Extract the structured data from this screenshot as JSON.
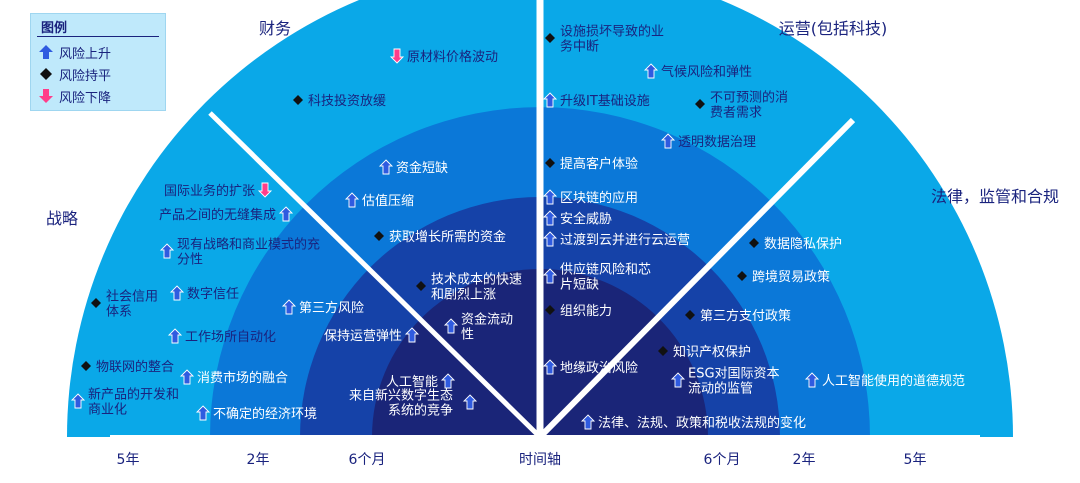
{
  "legend": {
    "title": "图例",
    "items": [
      {
        "key": "up",
        "label": "风险上升",
        "icon": "arrow-up-icon"
      },
      {
        "key": "flat",
        "label": "风险持平",
        "icon": "diamond-icon"
      },
      {
        "key": "down",
        "label": "风险下降",
        "icon": "arrow-down-icon"
      }
    ]
  },
  "categories": {
    "finance": "财务",
    "operations": "运营(包括科技)",
    "strategy": "战略",
    "legal": "法律，监管和合规"
  },
  "axis": {
    "center": "时间轴",
    "left": [
      "5年",
      "2年",
      "6个月"
    ],
    "right": [
      "6个月",
      "2年",
      "5年"
    ]
  },
  "colors": {
    "ring_5yr": "#0aa8e8",
    "ring_2yr": "#0b78d8",
    "ring_6mo": "#1542a8",
    "ring_core": "#1a2578",
    "arrow_up": "#2f5be0",
    "arrow_up_outline": "#ffffff",
    "diamond": "#111111",
    "arrow_down": "#ff3d8a",
    "text_light": "#ffffff",
    "text_dark": "#1a237e",
    "legend_bg": "#bfe9fb"
  },
  "risks": [
    {
      "label": [
        "原材料价格波动"
      ],
      "trend": "down"
    },
    {
      "label": [
        "科技投资放缓"
      ],
      "trend": "flat"
    },
    {
      "label": [
        "资金短缺"
      ],
      "trend": "up"
    },
    {
      "label": [
        "估值压缩"
      ],
      "trend": "up"
    },
    {
      "label": [
        "获取增长所需的资金"
      ],
      "trend": "flat"
    },
    {
      "label": [
        "技术成本的快速",
        "和剧烈上涨"
      ],
      "trend": "flat"
    },
    {
      "label": [
        "资金流动",
        "性"
      ],
      "trend": "up"
    },
    {
      "label": [
        "人工智能"
      ],
      "trend": "up"
    },
    {
      "label": [
        "来自新兴数字生态",
        "系统的竞争"
      ],
      "trend": "up"
    },
    {
      "label": [
        "国际业务的扩张"
      ],
      "trend": "down"
    },
    {
      "label": [
        "产品之间的无缝集成"
      ],
      "trend": "up"
    },
    {
      "label": [
        "现有战略和商业模式的充",
        "分性"
      ],
      "trend": "up"
    },
    {
      "label": [
        "数字信任"
      ],
      "trend": "up"
    },
    {
      "label": [
        "社会信用",
        "体系"
      ],
      "trend": "flat"
    },
    {
      "label": [
        "第三方风险"
      ],
      "trend": "up"
    },
    {
      "label": [
        "工作场所自动化"
      ],
      "trend": "up"
    },
    {
      "label": [
        "保持运营弹性"
      ],
      "trend": "up"
    },
    {
      "label": [
        "物联网的整合"
      ],
      "trend": "flat"
    },
    {
      "label": [
        "消费市场的融合"
      ],
      "trend": "up"
    },
    {
      "label": [
        "新产品的开发和",
        "商业化"
      ],
      "trend": "up"
    },
    {
      "label": [
        "不确定的经济环境"
      ],
      "trend": "up"
    },
    {
      "label": [
        "设施损坏导致的业",
        "务中断"
      ],
      "trend": "flat"
    },
    {
      "label": [
        "气候风险和弹性"
      ],
      "trend": "up"
    },
    {
      "label": [
        "升级IT基础设施"
      ],
      "trend": "up"
    },
    {
      "label": [
        "不可预测的消",
        "费者需求"
      ],
      "trend": "flat"
    },
    {
      "label": [
        "透明数据治理"
      ],
      "trend": "up"
    },
    {
      "label": [
        "提高客户体验"
      ],
      "trend": "flat"
    },
    {
      "label": [
        "区块链的应用"
      ],
      "trend": "up"
    },
    {
      "label": [
        "安全威胁"
      ],
      "trend": "up"
    },
    {
      "label": [
        "过渡到云并进行云运营"
      ],
      "trend": "up"
    },
    {
      "label": [
        "供应链风险和芯",
        "片短缺"
      ],
      "trend": "up"
    },
    {
      "label": [
        "组织能力"
      ],
      "trend": "flat"
    },
    {
      "label": [
        "地缘政治风险"
      ],
      "trend": "up"
    },
    {
      "label": [
        "数据隐私保护"
      ],
      "trend": "flat"
    },
    {
      "label": [
        "跨境贸易政策"
      ],
      "trend": "flat"
    },
    {
      "label": [
        "第三方支付政策"
      ],
      "trend": "flat"
    },
    {
      "label": [
        "知识产权保护"
      ],
      "trend": "flat"
    },
    {
      "label": [
        "ESG对国际资本",
        "流动的监管"
      ],
      "trend": "up"
    },
    {
      "label": [
        "人工智能使用的道德规范"
      ],
      "trend": "up"
    },
    {
      "label": [
        "法律、法规、政策和税收法规的变化"
      ],
      "trend": "up"
    }
  ]
}
